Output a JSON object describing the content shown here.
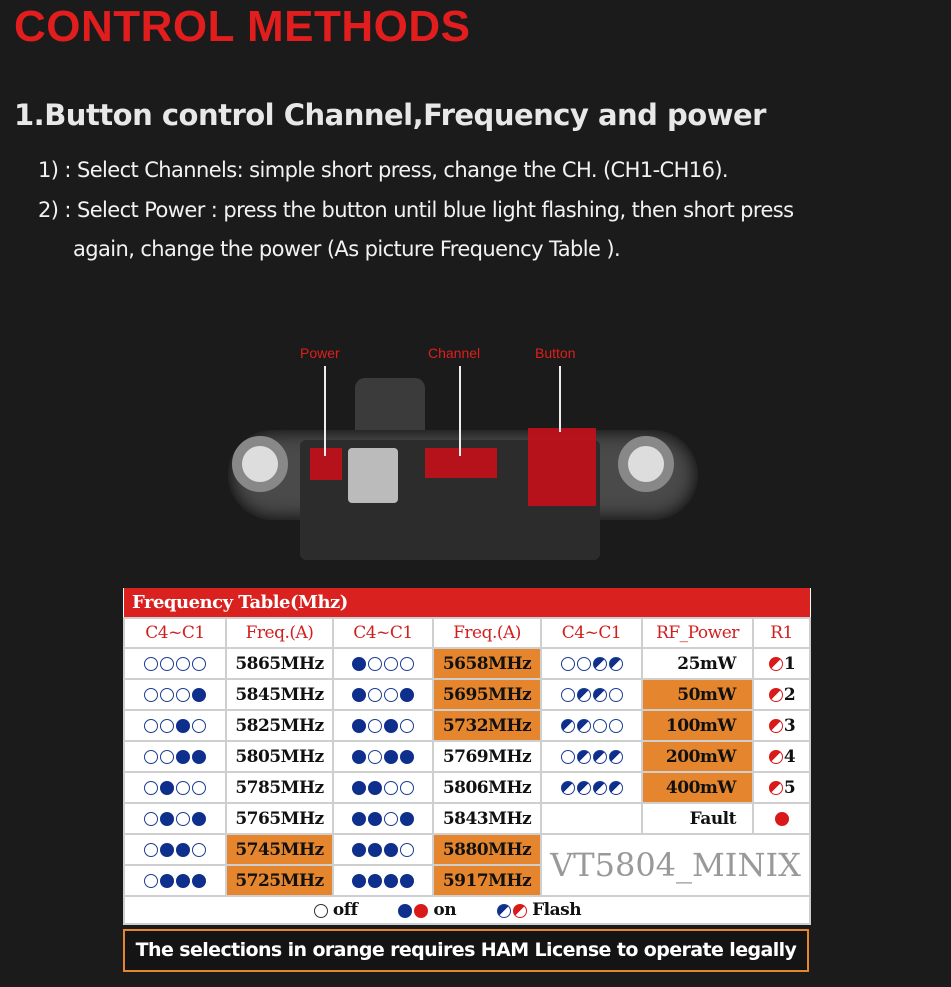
{
  "title": "CONTROL METHODS",
  "subtitle": "1.Button control Channel,Frequency and power",
  "lines": [
    "1) : Select Channels: simple short press, change the CH. (CH1-CH16).",
    "2) : Select Power : press the button until blue light flashing, then short press",
    "again, change the power (As picture Frequency Table )."
  ],
  "labels": {
    "power": "Power",
    "channel": "Channel",
    "button": "Button"
  },
  "table": {
    "caption": "Frequency  Table(Mhz)",
    "headers": [
      "C4~C1",
      "Freq.(A)",
      "C4~C1",
      "Freq.(A)",
      "C4~C1",
      "RF_Power",
      "R1"
    ],
    "rows": [
      {
        "c1": "oooo",
        "f1": "5865MHz",
        "o1": false,
        "c2": "booo",
        "f2": "5658MHz",
        "o2": true,
        "c3": "ooff",
        "p": "25mW",
        "op": false,
        "r": "1"
      },
      {
        "c1": "ooob",
        "f1": "5845MHz",
        "o1": false,
        "c2": "boob",
        "f2": "5695MHz",
        "o2": true,
        "c3": "offo",
        "p": "50mW",
        "op": true,
        "r": "2"
      },
      {
        "c1": "oobo",
        "f1": "5825MHz",
        "o1": false,
        "c2": "bobo",
        "f2": "5732MHz",
        "o2": true,
        "c3": "ffoo",
        "p": "100mW",
        "op": true,
        "r": "3"
      },
      {
        "c1": "oobb",
        "f1": "5805MHz",
        "o1": false,
        "c2": "bobb",
        "f2": "5769MHz",
        "o2": false,
        "c3": "offf",
        "p": "200mW",
        "op": true,
        "r": "4"
      },
      {
        "c1": "oboo",
        "f1": "5785MHz",
        "o1": false,
        "c2": "bboo",
        "f2": "5806MHz",
        "o2": false,
        "c3": "ffff",
        "p": "400mW",
        "op": true,
        "r": "5"
      },
      {
        "c1": "obob",
        "f1": "5765MHz",
        "o1": false,
        "c2": "bbob",
        "f2": "5843MHz",
        "o2": false,
        "c3": "",
        "p": "Fault",
        "op": false,
        "r": ""
      },
      {
        "c1": "obbo",
        "f1": "5745MHz",
        "o1": true,
        "c2": "bbbo",
        "f2": "5880MHz",
        "o2": true
      },
      {
        "c1": "obbb",
        "f1": "5725MHz",
        "o1": true,
        "c2": "bbbb",
        "f2": "5917MHz",
        "o2": true
      }
    ],
    "model": "VT5804_MINIX",
    "legend": {
      "off": "off",
      "on": "on",
      "flash": "Flash"
    }
  },
  "note": "The selections in orange requires HAM License to operate legally",
  "colors": {
    "red": "#d9211f",
    "orange": "#e5852d",
    "blue": "#0e2f8c"
  }
}
